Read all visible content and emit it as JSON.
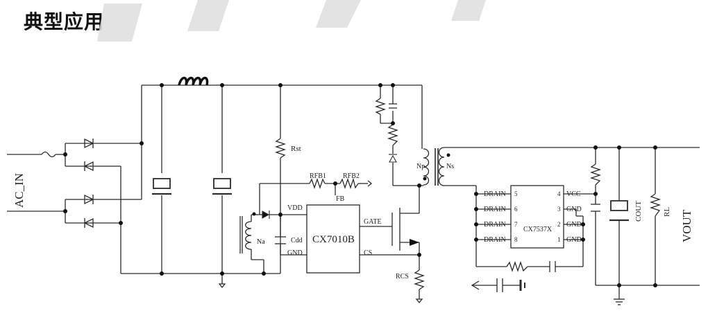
{
  "title": "典型应用",
  "labels": {
    "ac_in": "AC_IN",
    "rst": "Rst",
    "rfb1": "RFB1",
    "rfb2": "RFB2",
    "fb": "FB",
    "vdd": "VDD",
    "gnd_pin": "GND",
    "gate": "GATE",
    "cs": "CS",
    "cdd": "Cdd",
    "na": "Na",
    "np": "Np",
    "ns": "Ns",
    "rcs": "RCS",
    "ic1": "CX7010B",
    "ic2": "CX7537X",
    "drain5": "DRAIN",
    "drain6": "DRAIN",
    "drain7": "DRAIN",
    "drain8": "DRAIN",
    "pin5": "5",
    "pin6": "6",
    "pin7": "7",
    "pin8": "8",
    "pin4": "4",
    "pin3": "3",
    "pin2": "2",
    "pin1": "1",
    "vcc": "VCC",
    "gnd3": "GND",
    "gnd2": "GND",
    "gnd1": "GND",
    "cout": "COUT",
    "rl": "RL",
    "vout": "VOUT"
  },
  "colors": {
    "wire": "#2b2b2b",
    "watermark": "#d9d9d9"
  }
}
